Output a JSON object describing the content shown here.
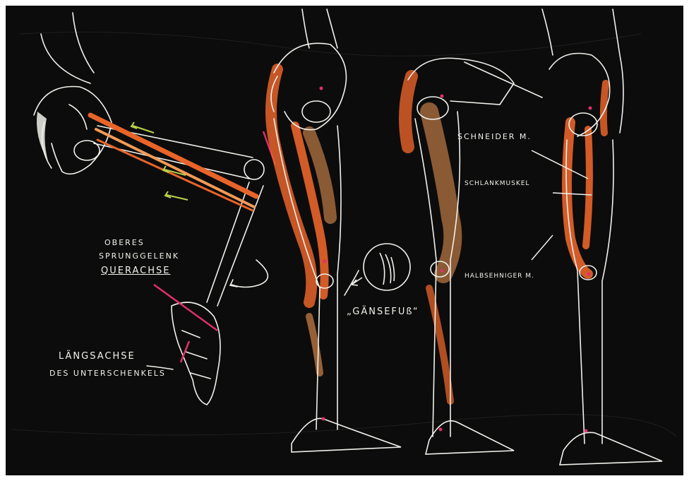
{
  "colors": {
    "board": "#0b0b0b",
    "chalk_white": "#f1f1ec",
    "muscle_orange": "#e8642a",
    "muscle_light": "#f39a55",
    "accent_green": "#b8d24a",
    "accent_pink": "#e0306a"
  },
  "labels": {
    "oberes_line1": "OBERES",
    "oberes_line2": "SPRUNGGELENK",
    "oberes_line3": "QUERACHSE",
    "laengsachse_line1": "LÄNGSACHSE",
    "laengsachse_line2": "DES UNTERSCHENKELS",
    "gaensefuss": "„GÄNSEFUß“",
    "schneider": "SCHNEIDER M.",
    "schlank": "SCHLANKMUSKEL",
    "halbsehniger": "HALBSEHNIGER M."
  }
}
